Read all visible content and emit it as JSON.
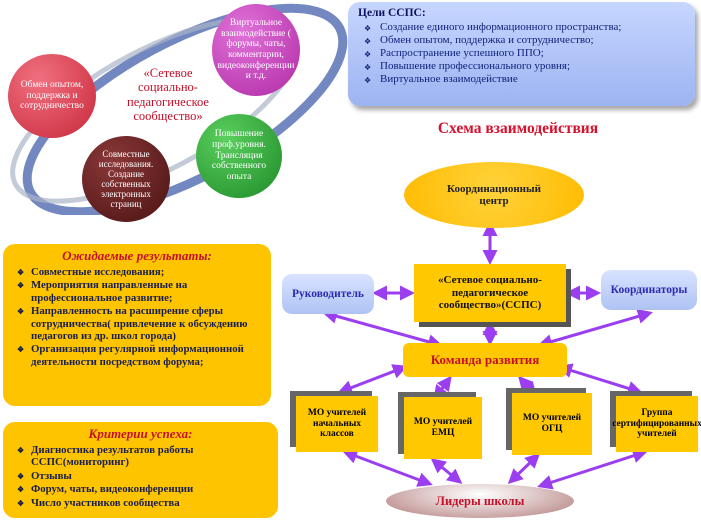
{
  "community_cluster": {
    "center_label": "«Сетевое социально-педагогическое сообщество»",
    "bubbles": [
      {
        "text": "Обмен опытом, поддержка и сотрудничество",
        "color": "#d93a4a"
      },
      {
        "text": "Виртуальное взаимодействие ( форумы, чаты, комментарии, видеоконференции и т.д.",
        "color": "#c53ab5"
      },
      {
        "text": "Повышение проф.уровня. Трансляция собственного опыта",
        "color": "#24a02e"
      },
      {
        "text": "Совместные исследования. Создание собственных электронных страниц",
        "color": "#5a1c1c"
      }
    ]
  },
  "goals": {
    "title": "Цели ССПС:",
    "items": [
      "Создание единого информационного пространства;",
      "Обмен опытом, поддержка и сотрудничество;",
      "Распространение успешного ППО;",
      "Повышение профессионального уровня;",
      "Виртуальное взаимодействие"
    ]
  },
  "scheme": {
    "title": "Схема взаимодействия",
    "coordination_center": "Координационный центр",
    "community": "«Сетевое социально-педагогическое сообщество»(ССПС)",
    "leader": "Руководитель",
    "coordinators": "Координаторы",
    "dev_team": "Команда развития",
    "groups": [
      "МО учителей начальных классов",
      "МО учителей ЕМЦ",
      "МО учителей ОГЦ",
      "Группа сертифицированных учителей"
    ],
    "school_leaders": "Лидеры школы"
  },
  "expected_results": {
    "title": "Ожидаемые результаты:",
    "items": [
      "Совместные исследования;",
      "Мероприятия направленные на профессиональное развитие;",
      "Направленность на расширение сферы сотрудничества( привлечение к обсуждению педагогов из др. школ города)",
      "Организация регулярной информационной деятельности посредством форума;"
    ]
  },
  "success_criteria": {
    "title": "Критерии успеха:",
    "items": [
      "Диагностика результатов работы ССПС(мониторинг)",
      "Отзывы",
      "Форум, чаты, видеоконференции",
      "Число участников сообщества"
    ]
  },
  "colors": {
    "accent_red": "#d8102c",
    "panel_yellow": "#ffc400",
    "arrow_purple": "#9a3ef0"
  }
}
